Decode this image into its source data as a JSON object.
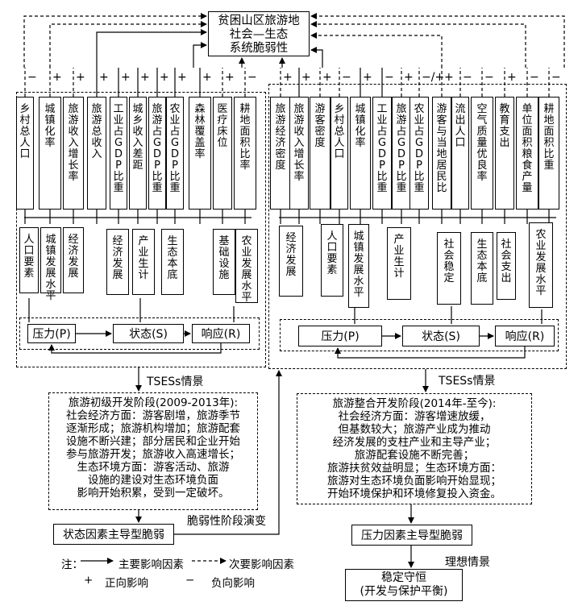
{
  "title": {
    "line1": "贫困山区旅游地",
    "line2": "社会—生态",
    "line3": "系统脆弱性"
  },
  "left": {
    "indicators": [
      "乡村总人口",
      "城镇化率",
      "旅游收入增长率",
      "旅游总收入",
      "工业占GDP比重",
      "城乡收入差距",
      "旅游占GDP比重",
      "农业占GDP比重",
      "森林覆盖率",
      "医疗床位",
      "耕地面积比率"
    ],
    "signs": [
      "−",
      "+",
      "+",
      "+",
      "+",
      "+",
      "+",
      "+",
      "+",
      "+",
      "−"
    ],
    "factors": [
      "人口要素",
      "城镇发展水平",
      "经济发展",
      "经济发展",
      "产业生计",
      "生态本底",
      "基础设施",
      "农业发展水平"
    ],
    "psr": {
      "p": "压力(P)",
      "s": "状态(S)",
      "r": "响应(R)"
    },
    "tses_label": "TSESs情景",
    "stage_title": "旅游初级开发阶段(2009-2013年):",
    "stage_lines": [
      "社会经济方面：游客剧增，旅游季节",
      "逐渐形成；旅游机构增加；旅游配套",
      "设施不断兴建；部分居民和企业开始",
      "参与旅游开发；旅游收入高速增长；",
      "生态环境方面：游客活动、旅游",
      "设施的建设对生态环境负面",
      "影响开始积累，受到一定破坏。"
    ],
    "result": "状态因素主导型脆弱"
  },
  "right": {
    "indicators": [
      "旅游经济密度",
      "旅游收入增长率",
      "游客密度",
      "乡村总人口",
      "城镇化率",
      "工业占GDP比重",
      "旅游占GDP比重",
      "农业占GDP比重",
      "游客与当地居民比",
      "流出人口",
      "空气质量优良率",
      "教育支出",
      "单位面积粮食产量",
      "耕地面积比重"
    ],
    "signs": [
      "+",
      "+",
      "+",
      "−",
      "+",
      "−",
      "+",
      "−/+",
      "+",
      "−",
      "−",
      "+",
      "−",
      "−"
    ],
    "factors": [
      "经济发展",
      "人口要素",
      "城镇发展水平",
      "产业生计",
      "社会稳定",
      "生态本底",
      "社会支出",
      "农业发展水平"
    ],
    "psr": {
      "p": "压力(P)",
      "s": "状态(S)",
      "r": "响应(R)"
    },
    "tses_label": "TSESs情景",
    "stage_title": "旅游整合开发阶段(2014年-至今):",
    "stage_lines": [
      "社会经济方面：游客增速放缓，",
      "但基数较大；旅游产业成为推动",
      "经济发展的支柱产业和主导产业；",
      "旅游配套设施不断完善；",
      "旅游扶贫效益明显；生态环境方面：",
      "旅游对生态环境负面影响开始显现；",
      "开始环境保护和环境修复投入资金。"
    ],
    "result": "压力因素主导型脆弱"
  },
  "evolution_label": "脆弱性阶段演变",
  "ideal_label": "理想情景",
  "final": {
    "line1": "稳定守恒",
    "line2": "(开发与保护平衡)"
  },
  "legend": {
    "note": "注：",
    "main": "主要影响因素",
    "secondary": "次要影响因素",
    "plus_symbol": "+",
    "plus": "正向影响",
    "minus_symbol": "−",
    "minus": "负向影响"
  }
}
